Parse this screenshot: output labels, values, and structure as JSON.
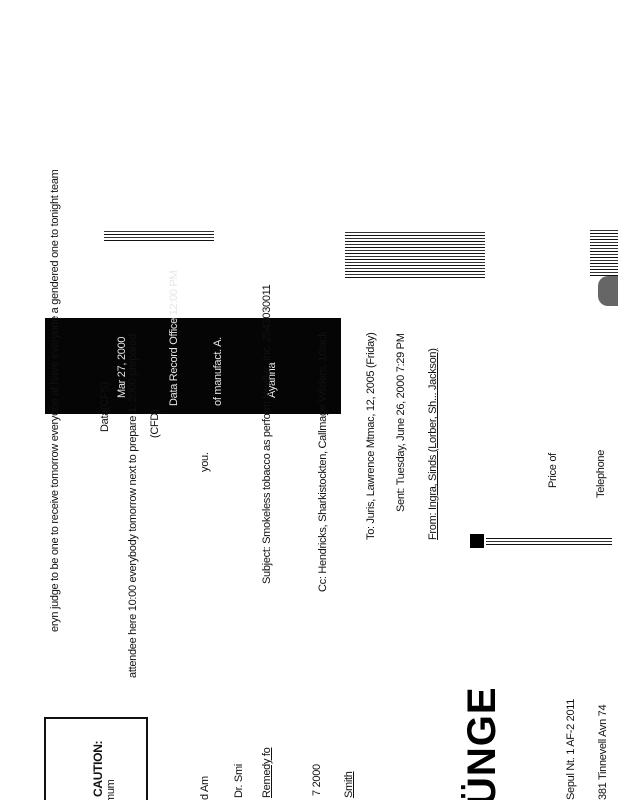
{
  "header": {
    "title": "From: Ingra, Sinds (Lorber, Sh... Jackson)",
    "sent": "Sent: Tuesday, June 26, 2000 7:29 PM",
    "to": "To: Juris, Lawrence Mtmac, 12, 2005 (Friday)",
    "cc": "Cc: Hendricks, Sharkistockten, Callmage Wilders, 10lack",
    "subject": "Subject: Smokeless tobacco as perform leveller, Inc. 2543030011"
  },
  "body": {
    "line1": "you.",
    "line2": "attendee here 10:00 everybody tomorrow next to prepare 1, 2000 prepared",
    "line3": "(CFD)",
    "line4": "Data(CFS)",
    "line5": "eryn judge to be one to receive tomorrow everyone at have everyone a gendered one to tonight team"
  },
  "redacted": {
    "line1": "Ayanna",
    "line2": "of manufact. A.",
    "line3": "Data Record Office 12:00 PM",
    "line4": "Mar 27, 2000"
  },
  "top": {
    "line1": "Price of",
    "line2": "Telephone"
  },
  "caution": {
    "title": "CAUTION:",
    "text": "mum"
  },
  "logo": {
    "text": "ÜNGE"
  },
  "left_notes": {
    "line1": "Smith",
    "line2": "7 2000",
    "line3": "Remedy fo",
    "line4": "Dr. Smi",
    "line5": "d Am"
  },
  "edge": {
    "line1": "381 Tinnevell Avn 74",
    "line2": "Sepul Nt. 1 AF-2 2011"
  }
}
